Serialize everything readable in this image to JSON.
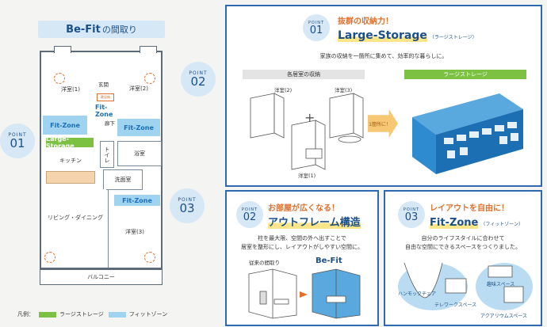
{
  "plan": {
    "title": "Be-Fit",
    "title_suffix": "の間取り",
    "rooms": {
      "entrance": "玄関",
      "hall": "廊下",
      "western1": "洋室(1)",
      "western2": "洋室(2)",
      "western3": "洋室(3)",
      "kitchen": "キッチン",
      "toilet": "トイレ",
      "bath": "浴室",
      "washroom": "洗面室",
      "living": "リビング・ダイニング",
      "balcony": "バルコニー",
      "shoe_storage": "靴収納"
    },
    "fit_zone_label": "Fit-Zone",
    "large_storage_label": "Large-Storage",
    "legend_prefix": "凡例：",
    "legend_large_storage": "ラージストレージ",
    "legend_fit_zone": "フィットゾーン",
    "point_label": "POINT",
    "points": [
      "01",
      "02",
      "03"
    ]
  },
  "panel1": {
    "point_label": "POINT",
    "point_num": "01",
    "tagline": "抜群の収納力！",
    "heading": "Large-Storage",
    "heading_sub": "（ラージストレージ）",
    "description": "家族の収納を一箇所に集めて、効率的な暮らしに。",
    "left_box_title": "各居室の収納",
    "right_box_title": "ラージストレージ",
    "rooms": [
      "洋室(2)",
      "洋室(3)",
      "洋室(1)"
    ],
    "arrow_text": "1箇所に！"
  },
  "panel2": {
    "point_label": "POINT",
    "point_num": "02",
    "tagline": "お部屋が広くなる！",
    "heading": "アウトフレーム構造",
    "description_line1": "柱を最大限、空間の外へ出すことで",
    "description_line2": "居室を整形にし、レイアウトがしやすい空間に。",
    "compare_left": "従来の間取り",
    "compare_right": "Be-Fit"
  },
  "panel3": {
    "point_label": "POINT",
    "point_num": "03",
    "tagline": "レイアウトを自由に！",
    "heading": "Fit-Zone",
    "heading_sub": "（フィットゾーン）",
    "description_line1": "自分のライフスタイルに合わせて",
    "description_line2": "自由な空間にできるスペースをつくりました。",
    "labels": [
      "ハンモックチェア",
      "趣味スペース",
      "テレワークスペース",
      "アクアリウムスペース"
    ]
  },
  "colors": {
    "navy": "#1b4f8a",
    "accent_orange": "#e36f2c",
    "fit_zone": "#9fd3f0",
    "large_storage": "#7cc142",
    "panel_border": "#2f6ab1"
  }
}
